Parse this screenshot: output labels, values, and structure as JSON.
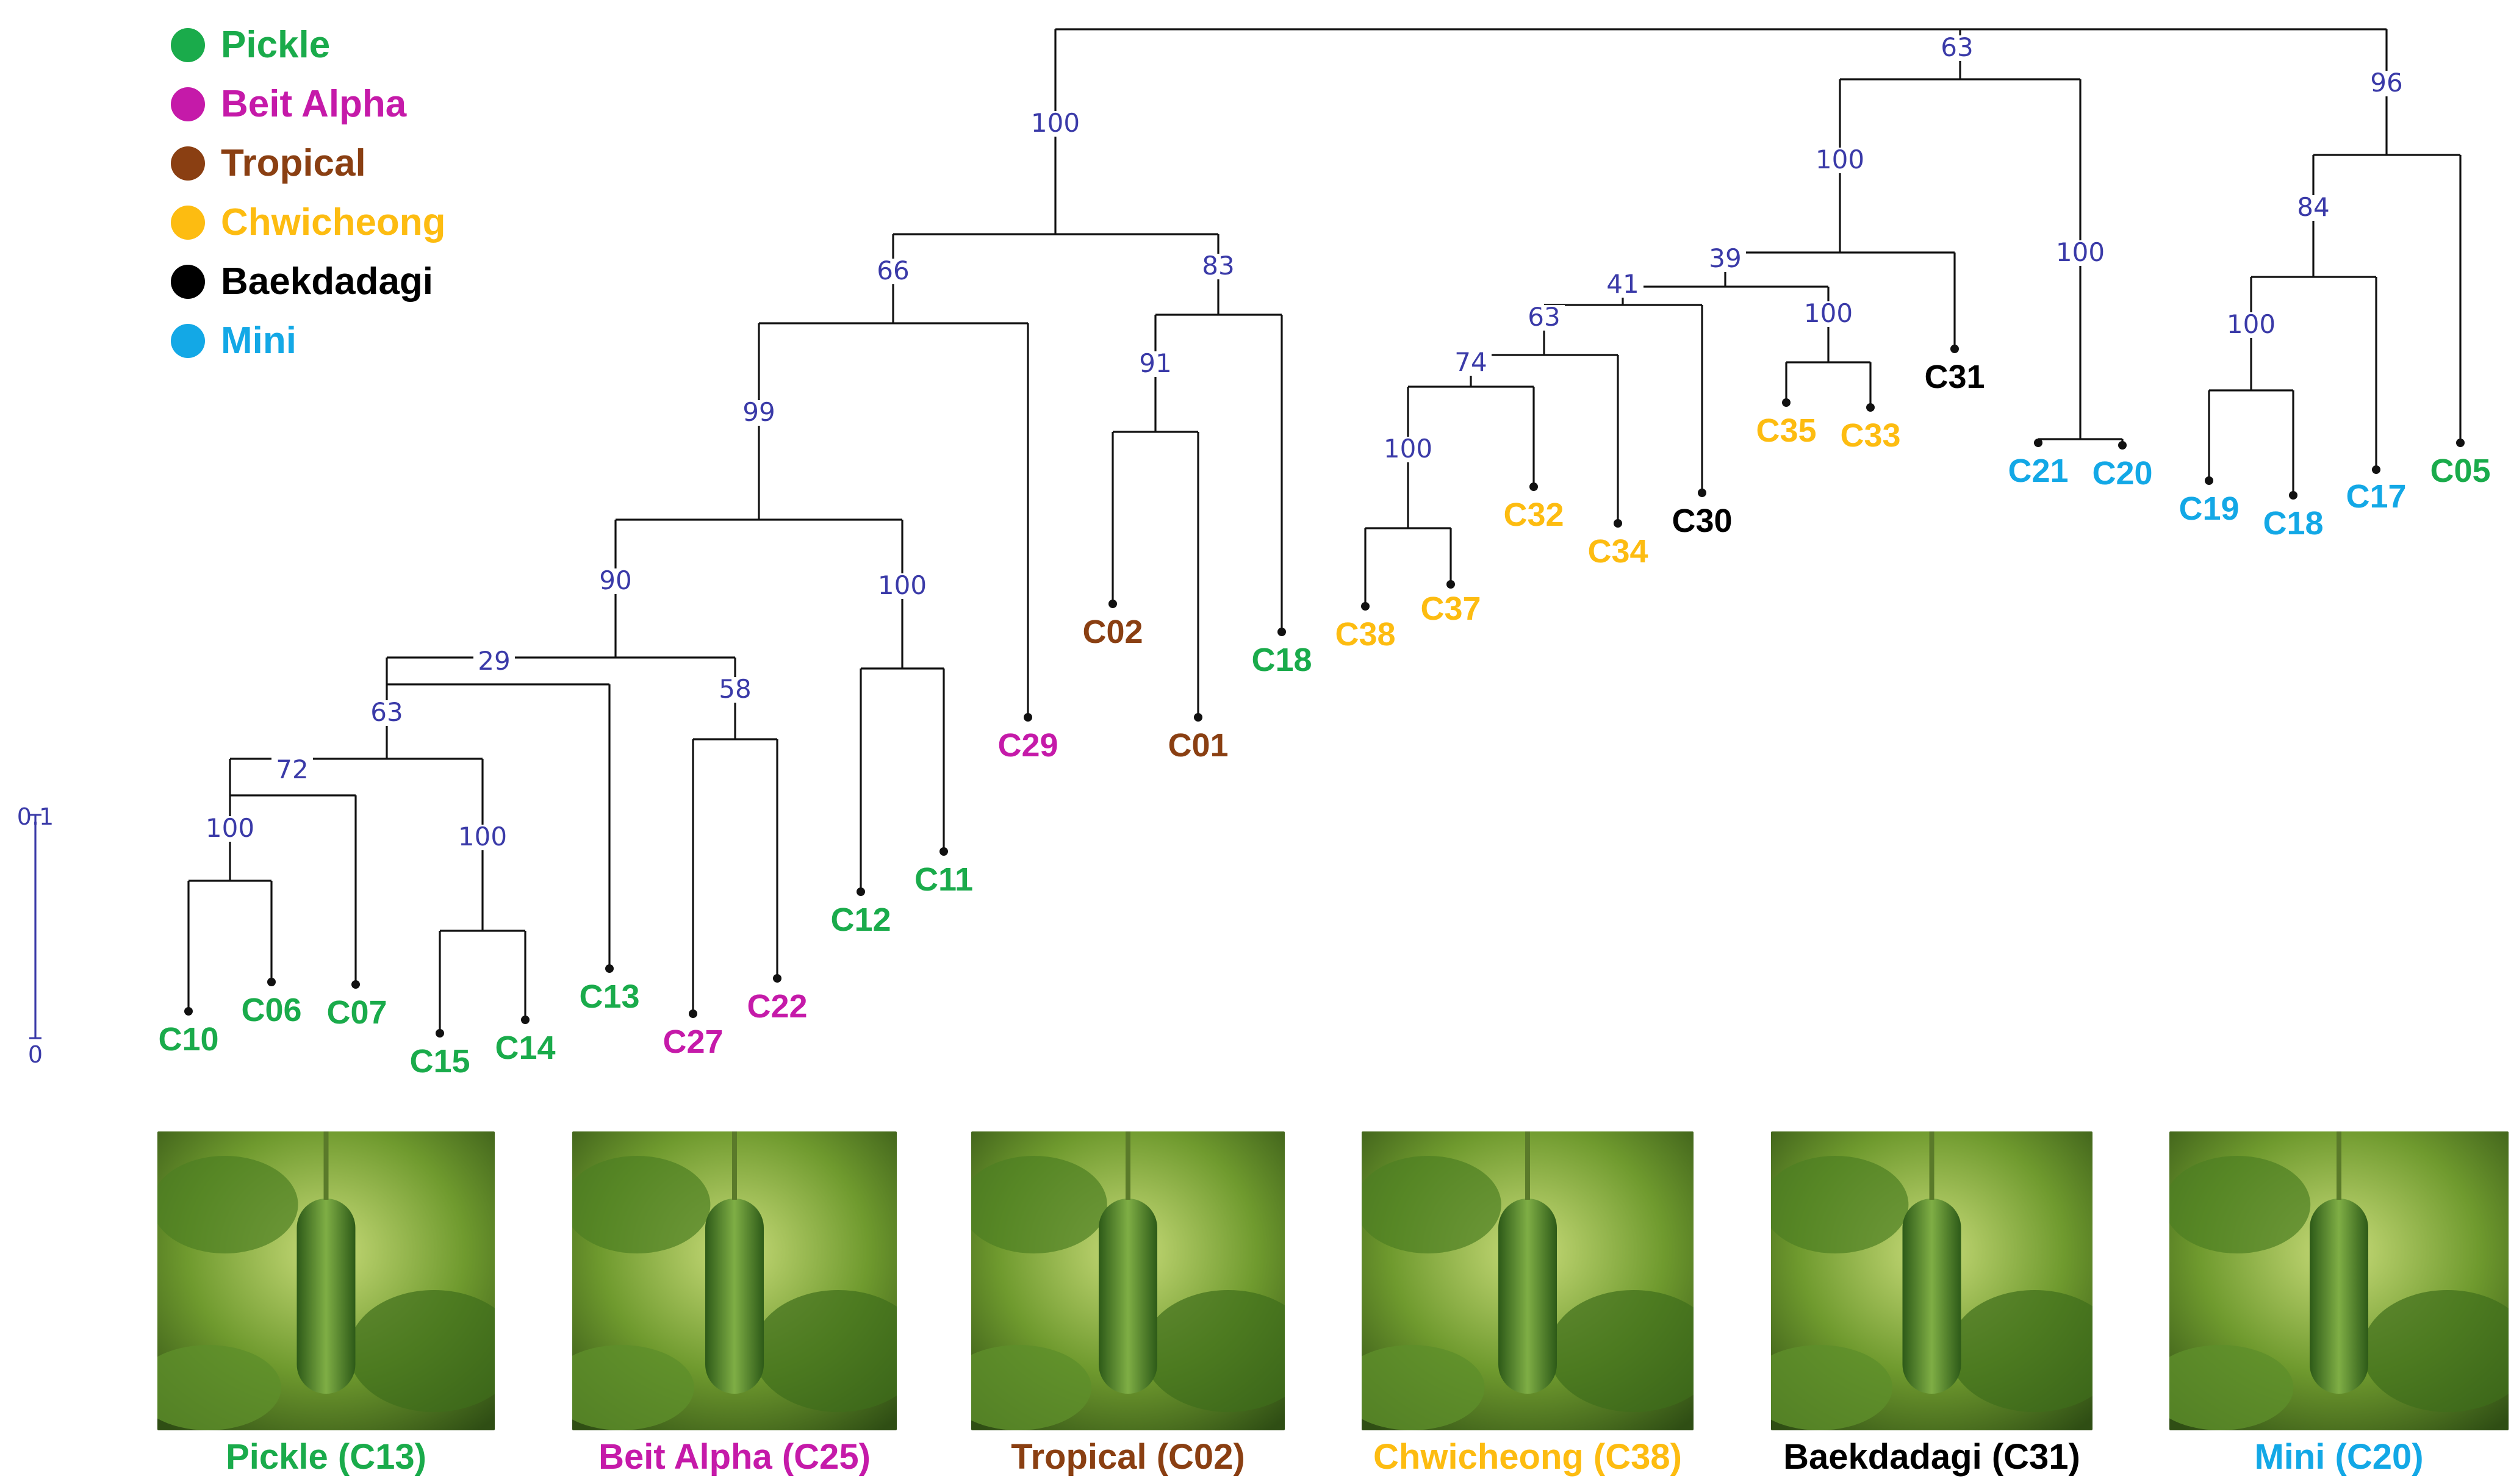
{
  "legend": [
    {
      "label": "Pickle",
      "color": "#1aab4b"
    },
    {
      "label": "Beit Alpha",
      "color": "#c51aa9"
    },
    {
      "label": "Tropical",
      "color": "#8a3f12"
    },
    {
      "label": "Chwicheong",
      "color": "#fdbc11"
    },
    {
      "label": "Baekdadagi",
      "color": "#000000"
    },
    {
      "label": "Mini",
      "color": "#13a8e6"
    }
  ],
  "scale": {
    "top_label": "0.1",
    "bottom_label": "0"
  },
  "tree": {
    "leaves": [
      {
        "id": "C10",
        "group": "Pickle"
      },
      {
        "id": "C06",
        "group": "Pickle"
      },
      {
        "id": "C07",
        "group": "Pickle"
      },
      {
        "id": "C15",
        "group": "Pickle"
      },
      {
        "id": "C14",
        "group": "Pickle"
      },
      {
        "id": "C13",
        "group": "Pickle"
      },
      {
        "id": "C27",
        "group": "Beit Alpha"
      },
      {
        "id": "C22",
        "group": "Beit Alpha"
      },
      {
        "id": "C12",
        "group": "Pickle"
      },
      {
        "id": "C11",
        "group": "Pickle"
      },
      {
        "id": "C29",
        "group": "Beit Alpha"
      },
      {
        "id": "C02",
        "group": "Tropical"
      },
      {
        "id": "C01",
        "group": "Tropical"
      },
      {
        "id": "C18",
        "group": "Pickle"
      },
      {
        "id": "C38",
        "group": "Chwicheong"
      },
      {
        "id": "C37",
        "group": "Chwicheong"
      },
      {
        "id": "C32",
        "group": "Chwicheong"
      },
      {
        "id": "C34",
        "group": "Chwicheong"
      },
      {
        "id": "C30",
        "group": "Baekdadagi"
      },
      {
        "id": "C35",
        "group": "Chwicheong"
      },
      {
        "id": "C33",
        "group": "Chwicheong"
      },
      {
        "id": "C31",
        "group": "Baekdadagi"
      },
      {
        "id": "C21",
        "group": "Mini"
      },
      {
        "id": "C20",
        "group": "Mini"
      },
      {
        "id": "C19",
        "group": "Mini"
      },
      {
        "id": "C18",
        "group": "Mini"
      },
      {
        "id": "C17",
        "group": "Mini"
      },
      {
        "id": "C05",
        "group": "Pickle"
      }
    ],
    "support_values": [
      "63",
      "100",
      "96",
      "66",
      "83",
      "100",
      "39",
      "41",
      "100",
      "84",
      "99",
      "91",
      "63",
      "100",
      "100",
      "90",
      "100",
      "74",
      "100",
      "29",
      "58",
      "63",
      "72",
      "100",
      "100"
    ]
  },
  "photos": [
    {
      "caption": "Pickle (C13)",
      "group": "Pickle",
      "color": "#1aab4b"
    },
    {
      "caption": "Beit Alpha (C25)",
      "group": "Beit Alpha",
      "color": "#c51aa9"
    },
    {
      "caption": "Tropical (C02)",
      "group": "Tropical",
      "color": "#8a3f12"
    },
    {
      "caption": "Chwicheong (C38)",
      "group": "Chwicheong",
      "color": "#fdbc11"
    },
    {
      "caption": "Baekdadagi (C31)",
      "group": "Baekdadagi",
      "color": "#000000"
    },
    {
      "caption": "Mini (C20)",
      "group": "Mini",
      "color": "#13a8e6"
    }
  ]
}
